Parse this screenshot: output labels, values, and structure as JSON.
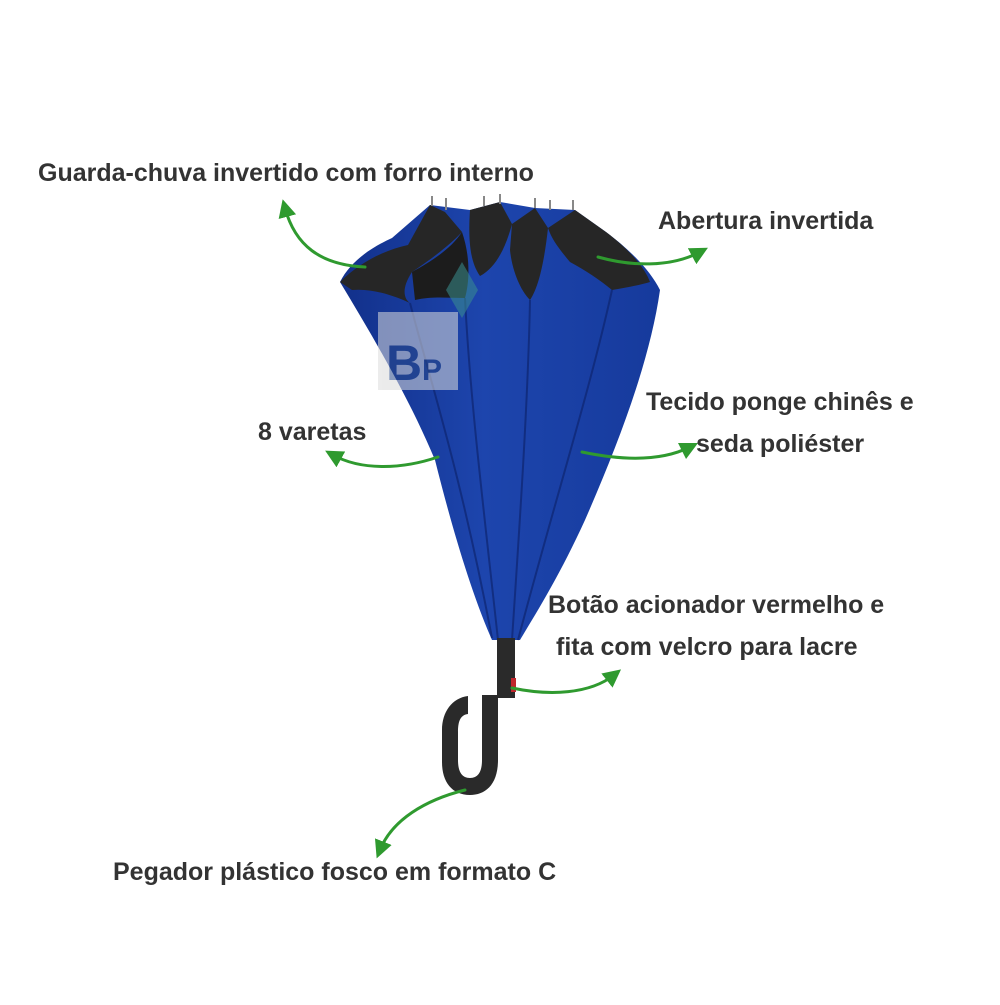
{
  "colors": {
    "canopy": "#1b3fa0",
    "canopy_dark": "#102a78",
    "lining": "#262626",
    "handle": "#2a2a2a",
    "arrow": "#2f9a2f",
    "text": "#333333",
    "button_red": "#c0262c"
  },
  "labels": {
    "guarda_chuva": "Guarda-chuva invertido com forro interno",
    "abertura": "Abertura invertida",
    "varetas": "8 varetas",
    "tecido_line1": "Tecido ponge chinês e",
    "tecido_line2": "seda poliéster",
    "botao_line1": "Botão acionador vermelho e",
    "botao_line2": "fita com velcro para lacre",
    "pegador": "Pegador plástico fosco em formato C"
  },
  "watermark": {
    "text": "BP"
  },
  "icons": {
    "arrows": "curved-arrow-icon",
    "product": "inverted-umbrella-illustration"
  }
}
